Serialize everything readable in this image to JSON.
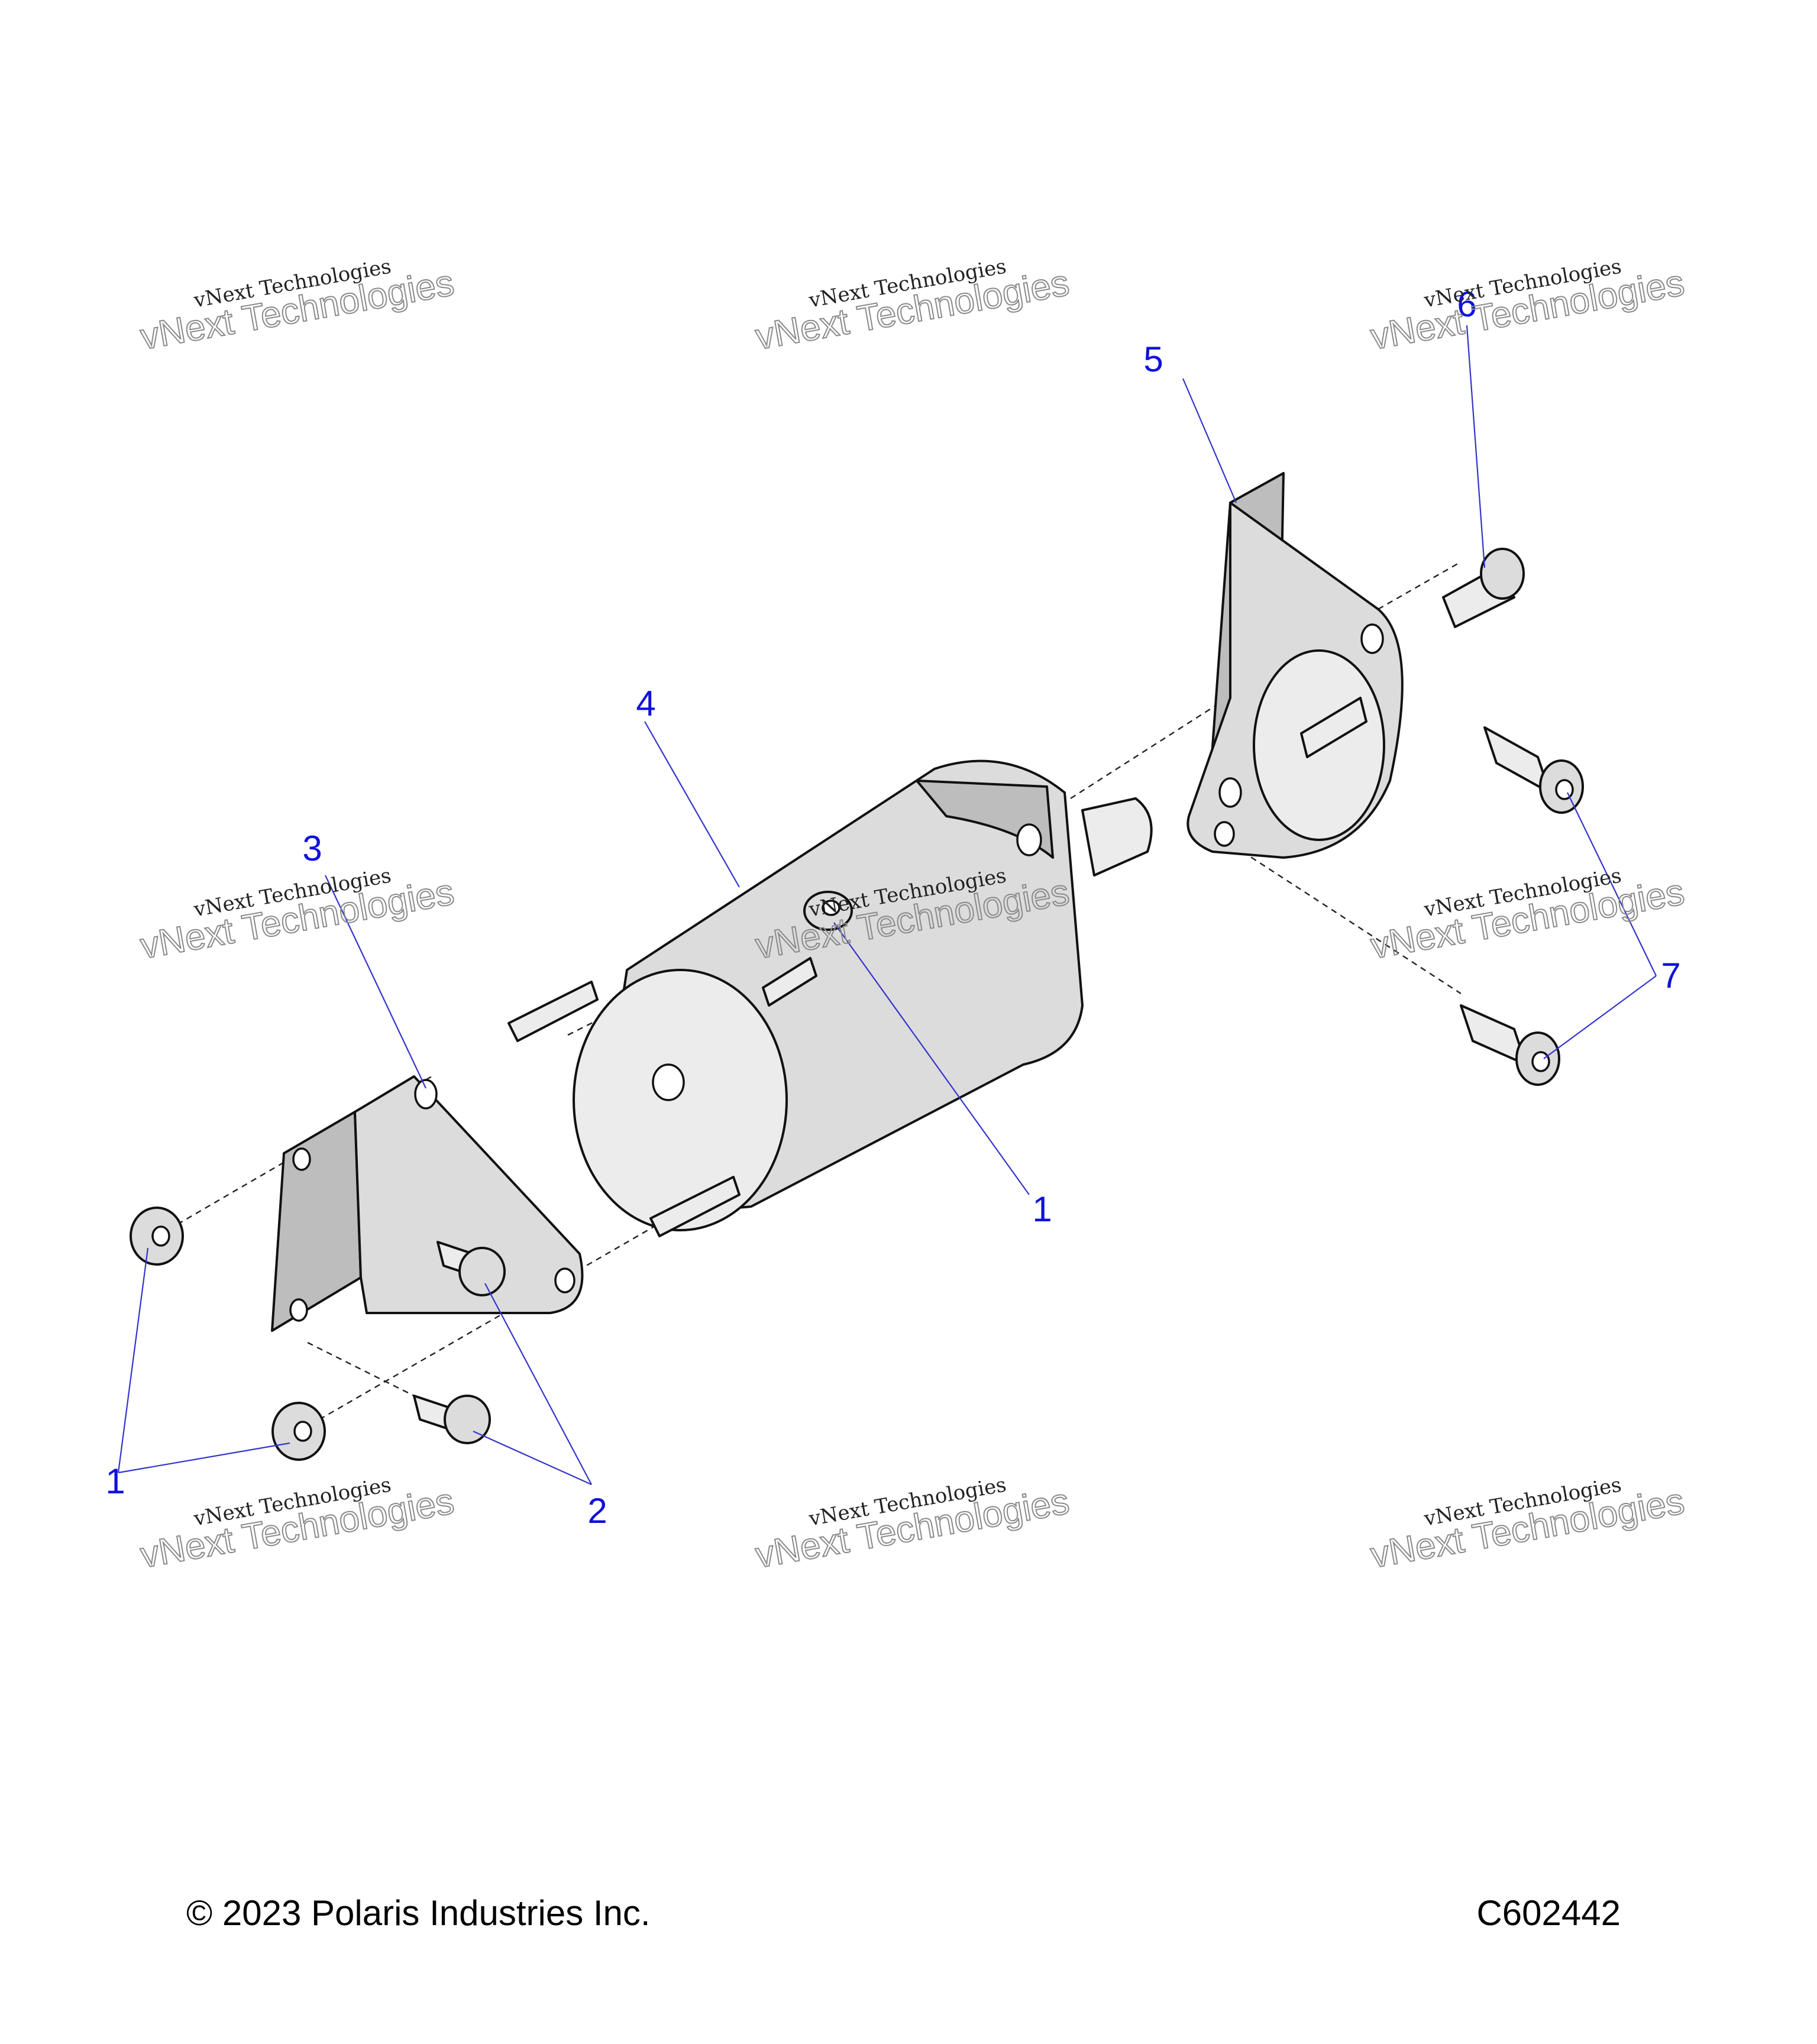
{
  "diagram": {
    "callouts": {
      "c1_left": "1",
      "c1_center": "1",
      "c2": "2",
      "c3": "3",
      "c4": "4",
      "c5": "5",
      "c6": "6",
      "c7": "7"
    },
    "watermark": {
      "line1": "vNext Technologies",
      "line2": "vNext Technologies"
    },
    "footer": {
      "copyright": "© 2023 Polaris Industries Inc.",
      "code": "C602442"
    }
  }
}
